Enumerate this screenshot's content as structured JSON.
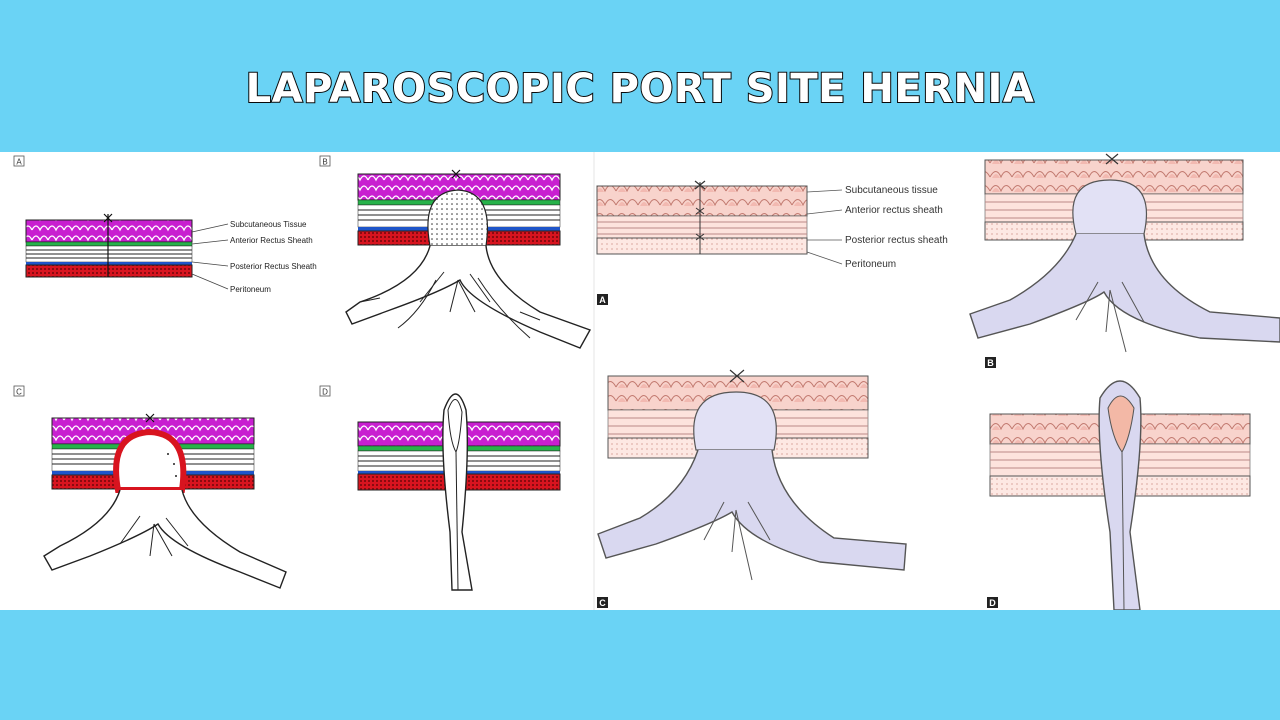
{
  "slide": {
    "title": "LAPAROSCOPIC PORT SITE HERNIA"
  },
  "left_figure": {
    "panel_labels": [
      "A",
      "B",
      "C",
      "D"
    ],
    "layer_labels": [
      "Subcutaneous Tissue",
      "Anterior Rectus Sheath",
      "Posterior Rectus Sheath",
      "Peritoneum"
    ],
    "colors": {
      "subcutaneous": "#c81fd0",
      "anterior_sheath": "#27b24a",
      "posterior_sheath": "#1f55c9",
      "peritoneum": "#d8141f"
    }
  },
  "right_figure": {
    "panel_labels": [
      "A",
      "B",
      "C",
      "D"
    ],
    "layer_labels": [
      "Subcutaneous tissue",
      "Anterior rectus sheath",
      "Posterior rectus sheath",
      "Peritoneum"
    ],
    "colors": {
      "tissue": "#f7c9c2",
      "bowel": "#d9d8f0"
    }
  }
}
